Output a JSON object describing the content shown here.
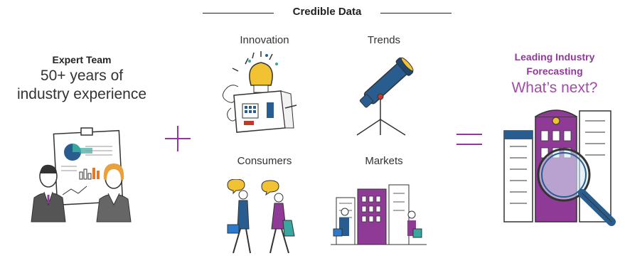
{
  "header": {
    "title": "Credible Data"
  },
  "left": {
    "title": "Expert Team",
    "subtitle_line1": "50+ years of",
    "subtitle_line2": "industry experience"
  },
  "categories": [
    {
      "label": "Innovation",
      "icon": "lightbulb-machine-icon"
    },
    {
      "label": "Trends",
      "icon": "telescope-icon"
    },
    {
      "label": "Consumers",
      "icon": "shoppers-icon"
    },
    {
      "label": "Markets",
      "icon": "city-market-icon"
    }
  ],
  "right": {
    "title_line1": "Leading Industry",
    "title_line2": "Forecasting",
    "subtitle": "What’s next?"
  },
  "colors": {
    "accent_purple": "#8e3a96",
    "blue": "#2a5d8f",
    "teal": "#3aa6a0",
    "yellow": "#f1c232"
  }
}
